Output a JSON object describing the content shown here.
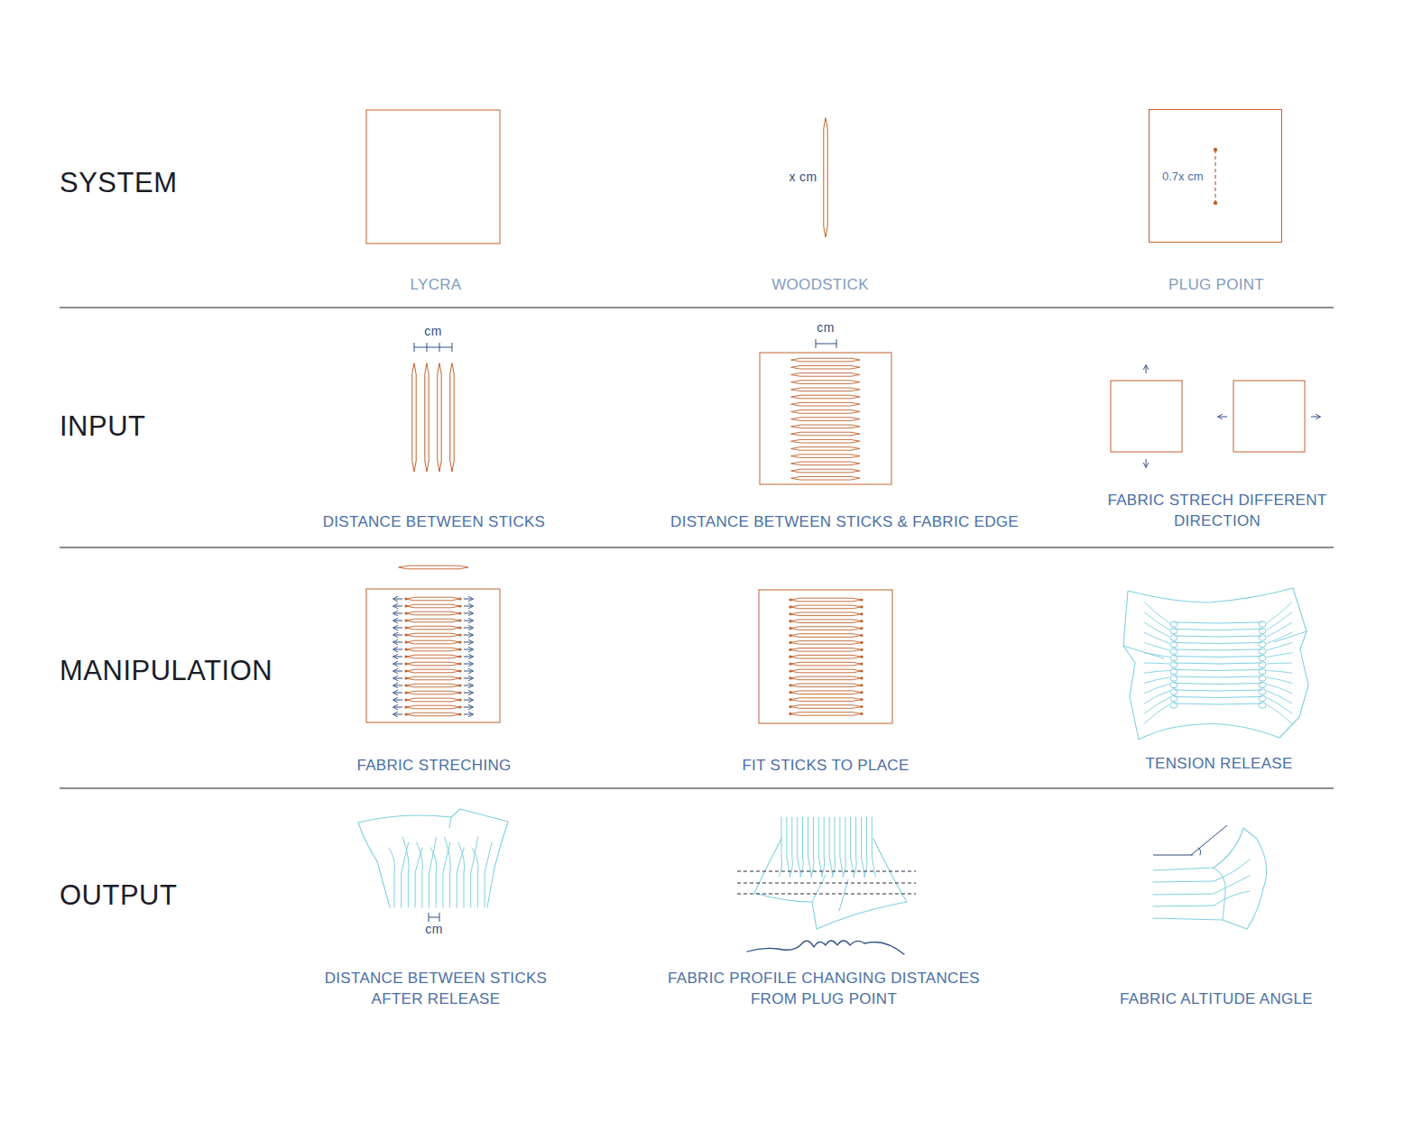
{
  "diagram": {
    "nodes": [
      {
        "text": [
          "0.7x cm"
        ]
      }
    ],
    "labels": [
      "SYSTEM",
      "LYCRA",
      "x cm",
      "WOODSTICK",
      "PLUG POINT",
      "INPUT",
      "cm",
      "DISTANCE BETWEEN STICKS",
      "cm",
      "DISTANCE BETWEEN STICKS & FABRIC EDGE",
      "FABRIC STRECH DIFFERENT DIRECTION",
      "MANIPULATION",
      "FABRIC STRECHING",
      "FIT STICKS TO PLACE",
      "TENSION RELEASE",
      "OUTPUT",
      "cm",
      "DISTANCE BETWEEN STICKS AFTER RELEASE",
      "FABRIC PROFILE CHANGING DISTANCES FROM PLUG POINT",
      "FABRIC ALTITUDE ANGLE"
    ]
  }
}
